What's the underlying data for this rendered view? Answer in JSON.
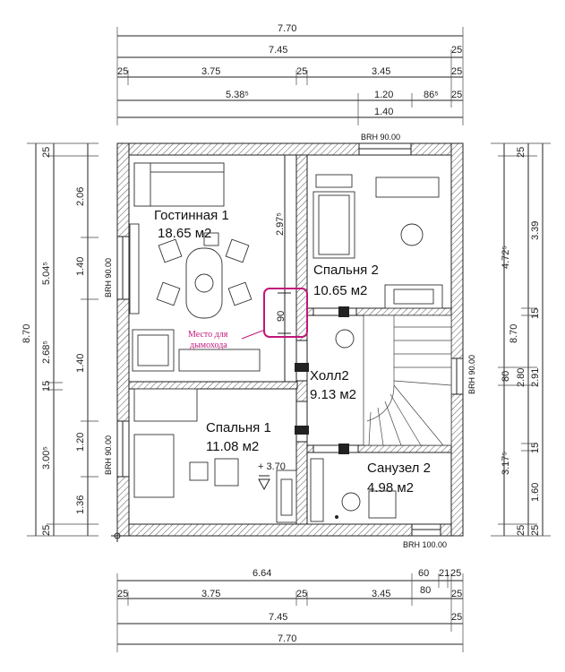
{
  "dims_top": [
    {
      "id": "t1",
      "text": "7.70"
    },
    {
      "id": "t2",
      "text": "7.45"
    },
    {
      "id": "t2b",
      "text": "25"
    },
    {
      "id": "t3a",
      "text": "25"
    },
    {
      "id": "t3b",
      "text": "3.75"
    },
    {
      "id": "t3c",
      "text": "25"
    },
    {
      "id": "t3d",
      "text": "3.45"
    },
    {
      "id": "t3e",
      "text": "25"
    },
    {
      "id": "t4a",
      "text": "5.38⁵"
    },
    {
      "id": "t4b",
      "text": "1.20"
    },
    {
      "id": "t4c",
      "text": "86⁵"
    },
    {
      "id": "t4d",
      "text": "25"
    },
    {
      "id": "t5",
      "text": "1.40"
    }
  ],
  "dims_bottom": [
    {
      "id": "b1a",
      "text": "6.64"
    },
    {
      "id": "b1b",
      "text": "60"
    },
    {
      "id": "b1c",
      "text": "21"
    },
    {
      "id": "b1d",
      "text": "25"
    },
    {
      "id": "b1e",
      "text": "80"
    },
    {
      "id": "b2a",
      "text": "25"
    },
    {
      "id": "b2b",
      "text": "3.75"
    },
    {
      "id": "b2c",
      "text": "25"
    },
    {
      "id": "b2d",
      "text": "3.45"
    },
    {
      "id": "b2e",
      "text": "25"
    },
    {
      "id": "b3a",
      "text": "7.45"
    },
    {
      "id": "b3b",
      "text": "25"
    },
    {
      "id": "b4",
      "text": "7.70"
    }
  ],
  "dims_left": [
    {
      "id": "l1",
      "text": "8.70"
    },
    {
      "id": "l2a",
      "text": "25"
    },
    {
      "id": "l2b",
      "text": "5.04⁵"
    },
    {
      "id": "l2c",
      "text": "2.68⁵"
    },
    {
      "id": "l2d",
      "text": "15"
    },
    {
      "id": "l2e",
      "text": "3.00⁵"
    },
    {
      "id": "l2f",
      "text": "25"
    },
    {
      "id": "l3a",
      "text": "2.06"
    },
    {
      "id": "l3b",
      "text": "1.40"
    },
    {
      "id": "l3c",
      "text": "1.40"
    },
    {
      "id": "l3d",
      "text": "1.20"
    },
    {
      "id": "l3e",
      "text": "1.36"
    }
  ],
  "dims_right": [
    {
      "id": "r1",
      "text": "8.70"
    },
    {
      "id": "r2a",
      "text": "25"
    },
    {
      "id": "r2b",
      "text": "4.72⁵"
    },
    {
      "id": "r2c",
      "text": "80"
    },
    {
      "id": "r2d",
      "text": "3.17⁵"
    },
    {
      "id": "r2e",
      "text": "25"
    },
    {
      "id": "r3a",
      "text": "3.39"
    },
    {
      "id": "r3b",
      "text": "15"
    },
    {
      "id": "r3c",
      "text": "2.80"
    },
    {
      "id": "r3d",
      "text": "2.91"
    },
    {
      "id": "r3e",
      "text": "15"
    },
    {
      "id": "r3f",
      "text": "1.60"
    },
    {
      "id": "r3g",
      "text": "25"
    }
  ],
  "rooms": [
    {
      "id": "living",
      "name": "Гостинная 1",
      "area": "18.65 м2"
    },
    {
      "id": "bed2",
      "name": "Спальня 2",
      "area": "10.65 м2"
    },
    {
      "id": "hall",
      "name": "Холл2",
      "area": "9.13 м2"
    },
    {
      "id": "bed1",
      "name": "Спальня 1",
      "area": "11.08 м2"
    },
    {
      "id": "bath",
      "name": "Санузел 2",
      "area": "4.98 м2"
    }
  ],
  "windows": {
    "top": "BRH 90.00",
    "left_upper": "BRH 90.00",
    "left_lower": "BRH 90.00",
    "right": "BRH 90.00",
    "bottom": "BRH 100.00"
  },
  "interior_dims": {
    "partition": "2.97⁵",
    "chimney_width": "90",
    "level_mark": "+ 3.70"
  },
  "chimney_note": {
    "line1": "Место для",
    "line2": "дымохода"
  },
  "colors": {
    "note": "#c0177a",
    "lines": "#222222",
    "hatch": "#555555"
  }
}
